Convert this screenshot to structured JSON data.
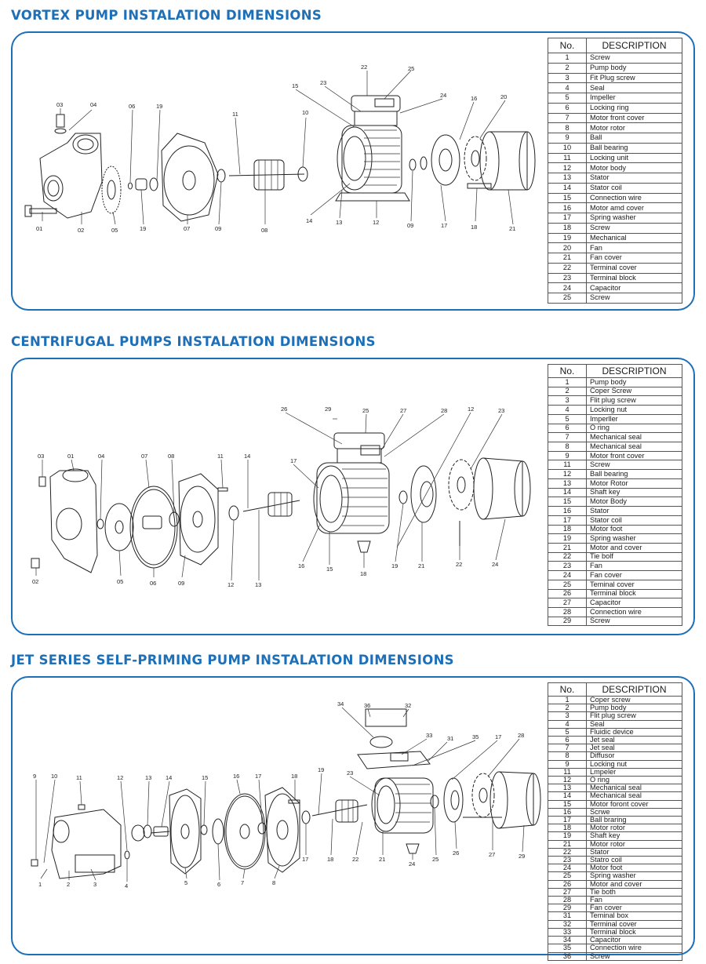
{
  "sections": [
    {
      "title": "VORTEX PUMP INSTALATION DIMENSIONS",
      "table_header": {
        "no": "No.",
        "desc": "DESCRIPTION"
      },
      "parts": [
        {
          "no": "1",
          "desc": "Screw"
        },
        {
          "no": "2",
          "desc": "Pump body"
        },
        {
          "no": "3",
          "desc": "Fit Plug screw"
        },
        {
          "no": "4",
          "desc": "Seal"
        },
        {
          "no": "5",
          "desc": "Impeller"
        },
        {
          "no": "6",
          "desc": "Locking ring"
        },
        {
          "no": "7",
          "desc": "Motor front cover"
        },
        {
          "no": "8",
          "desc": "Motor rotor"
        },
        {
          "no": "9",
          "desc": "Ball"
        },
        {
          "no": "10",
          "desc": "Ball bearing"
        },
        {
          "no": "11",
          "desc": "Locking unit"
        },
        {
          "no": "12",
          "desc": "Motor body"
        },
        {
          "no": "13",
          "desc": "Stator"
        },
        {
          "no": "14",
          "desc": "Stator coil"
        },
        {
          "no": "15",
          "desc": "Connection wire"
        },
        {
          "no": "16",
          "desc": "Motor amd cover"
        },
        {
          "no": "17",
          "desc": "Spring washer"
        },
        {
          "no": "18",
          "desc": "Screw"
        },
        {
          "no": "19",
          "desc": "Mechanical"
        },
        {
          "no": "20",
          "desc": "Fan"
        },
        {
          "no": "21",
          "desc": "Fan cover"
        },
        {
          "no": "22",
          "desc": "Terminal cover"
        },
        {
          "no": "23",
          "desc": "Terminal block"
        },
        {
          "no": "24",
          "desc": "Capacitor"
        },
        {
          "no": "25",
          "desc": "Screw"
        }
      ],
      "callouts": [
        "01",
        "02",
        "03",
        "04",
        "05",
        "06",
        "19",
        "19",
        "07",
        "09",
        "11",
        "08",
        "10",
        "15",
        "23",
        "22",
        "25",
        "24",
        "16",
        "20",
        "14",
        "13",
        "12",
        "09",
        "17",
        "18",
        "21"
      ]
    },
    {
      "title": "CENTRIFUGAL PUMPS INSTALATION DIMENSIONS",
      "table_header": {
        "no": "No.",
        "desc": "DESCRIPTION"
      },
      "parts": [
        {
          "no": "1",
          "desc": "Pump body"
        },
        {
          "no": "2",
          "desc": "Coper Screw"
        },
        {
          "no": "3",
          "desc": "Flit plug screw"
        },
        {
          "no": "4",
          "desc": "Locking nut"
        },
        {
          "no": "5",
          "desc": "Imperller"
        },
        {
          "no": "6",
          "desc": "O ring"
        },
        {
          "no": "7",
          "desc": "Mechanical seal"
        },
        {
          "no": "8",
          "desc": "Mechanical seal"
        },
        {
          "no": "9",
          "desc": "Motor front cover"
        },
        {
          "no": "11",
          "desc": "Screw"
        },
        {
          "no": "12",
          "desc": "Ball bearing"
        },
        {
          "no": "13",
          "desc": "Motor Rotor"
        },
        {
          "no": "14",
          "desc": "Shaft key"
        },
        {
          "no": "15",
          "desc": "Motor Body"
        },
        {
          "no": "16",
          "desc": "Stator"
        },
        {
          "no": "17",
          "desc": "Stator coil"
        },
        {
          "no": "18",
          "desc": "Motor foot"
        },
        {
          "no": "19",
          "desc": "Spring washer"
        },
        {
          "no": "21",
          "desc": "Motor and cover"
        },
        {
          "no": "22",
          "desc": "Tie bolf"
        },
        {
          "no": "23",
          "desc": "Fan"
        },
        {
          "no": "24",
          "desc": "Fan cover"
        },
        {
          "no": "25",
          "desc": "Teminal cover"
        },
        {
          "no": "26",
          "desc": "Terminal block"
        },
        {
          "no": "27",
          "desc": "Capacitor"
        },
        {
          "no": "28",
          "desc": "Connection wire"
        },
        {
          "no": "29",
          "desc": "Screw"
        }
      ],
      "callouts": [
        "03",
        "01",
        "04",
        "07",
        "08",
        "11",
        "14",
        "02",
        "05",
        "06",
        "09",
        "12",
        "13",
        "26",
        "29",
        "25",
        "27",
        "28",
        "12",
        "23",
        "17",
        "16",
        "15",
        "18",
        "19",
        "21",
        "22",
        "24"
      ]
    },
    {
      "title": "JET SERIES SELF-PRIMING PUMP INSTALATION DIMENSIONS",
      "table_header": {
        "no": "No.",
        "desc": "DESCRIPTION"
      },
      "parts": [
        {
          "no": "1",
          "desc": "Coper screw"
        },
        {
          "no": "2",
          "desc": "Pump body"
        },
        {
          "no": "3",
          "desc": "Flit plug screw"
        },
        {
          "no": "4",
          "desc": "Seal"
        },
        {
          "no": "5",
          "desc": "Fluidic device"
        },
        {
          "no": "6",
          "desc": "Jet seal"
        },
        {
          "no": "7",
          "desc": "Jet seal"
        },
        {
          "no": "8",
          "desc": "Diffusor"
        },
        {
          "no": "9",
          "desc": "Locking nut"
        },
        {
          "no": "11",
          "desc": "Lmpeler"
        },
        {
          "no": "12",
          "desc": "O ring"
        },
        {
          "no": "13",
          "desc": "Mechanical seal"
        },
        {
          "no": "14",
          "desc": "Mechanical seal"
        },
        {
          "no": "15",
          "desc": "Motor foront cover"
        },
        {
          "no": "16",
          "desc": "Scrwe"
        },
        {
          "no": "17",
          "desc": "Ball braring"
        },
        {
          "no": "18",
          "desc": "Motor rotor"
        },
        {
          "no": "19",
          "desc": "Shaft key"
        },
        {
          "no": "21",
          "desc": "Motor rotor"
        },
        {
          "no": "22",
          "desc": "Stator"
        },
        {
          "no": "23",
          "desc": "Statro coil"
        },
        {
          "no": "24",
          "desc": "Motor foot"
        },
        {
          "no": "25",
          "desc": "Spring washer"
        },
        {
          "no": "26",
          "desc": "Motor and cover"
        },
        {
          "no": "27",
          "desc": "Tie both"
        },
        {
          "no": "28",
          "desc": "Fan"
        },
        {
          "no": "29",
          "desc": "Fan cover"
        },
        {
          "no": "31",
          "desc": "Teminal box"
        },
        {
          "no": "32",
          "desc": "Terminal cover"
        },
        {
          "no": "33",
          "desc": "Terminal block"
        },
        {
          "no": "34",
          "desc": "Capacitor"
        },
        {
          "no": "35",
          "desc": "Connection wire"
        },
        {
          "no": "36",
          "desc": "Screw"
        }
      ],
      "callouts": [
        "9",
        "10",
        "11",
        "12",
        "13",
        "14",
        "15",
        "16",
        "17",
        "18",
        "19",
        "1",
        "2",
        "3",
        "4",
        "5",
        "6",
        "7",
        "8",
        "17",
        "18",
        "22",
        "21",
        "24",
        "25",
        "26",
        "27",
        "29",
        "34",
        "36",
        "32",
        "33",
        "31",
        "35",
        "17",
        "28",
        "23"
      ]
    }
  ]
}
